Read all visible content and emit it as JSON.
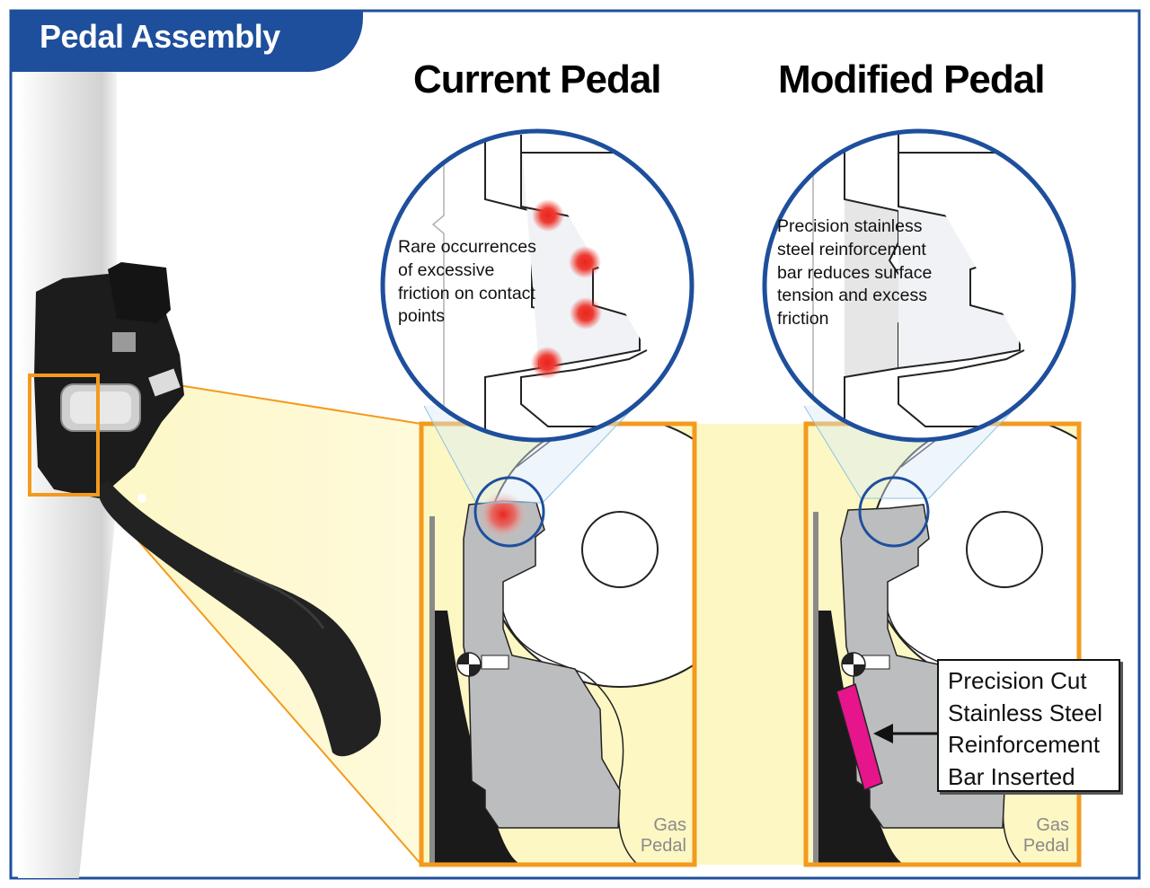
{
  "header": {
    "title": "Pedal Assembly"
  },
  "panels": {
    "current": {
      "title": "Current Pedal",
      "callout": "Rare occurrences of excessive friction on contact points",
      "caption": "Gas Pedal"
    },
    "modified": {
      "title": "Modified Pedal",
      "callout": "Precision stainless steel reinforcement bar reduces surface tension and excess friction",
      "caption": "Gas Pedal",
      "label": "Precision Cut Stainless Steel Reinforcement Bar Inserted"
    }
  },
  "colors": {
    "frame_blue": "#1e4f9c",
    "highlight_orange": "#f39a1e",
    "friction_red": "#e8261d",
    "reinforcement_magenta": "#e6158c",
    "part_gray": "#bcbdbf",
    "highlight_yellow": "#fdf7c3"
  }
}
